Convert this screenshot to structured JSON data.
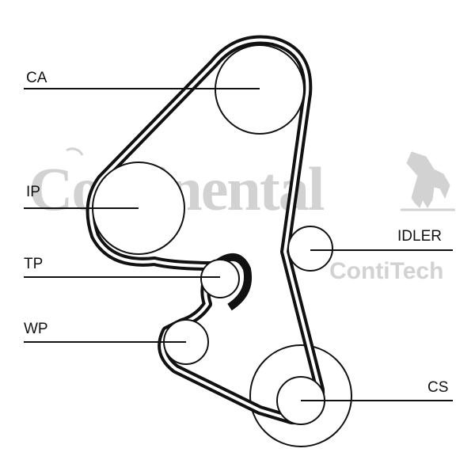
{
  "watermark": {
    "brand": "Continental",
    "sub_brand": "ContiTech",
    "horse_icon": "horse-logo-icon",
    "color": "#d2d2d2"
  },
  "labels": {
    "ca": "CA",
    "ip": "IP",
    "tp": "TP",
    "wp": "WP",
    "idler": "IDLER",
    "cs": "CS"
  },
  "colors": {
    "ink": "#111111",
    "background": "#ffffff"
  }
}
